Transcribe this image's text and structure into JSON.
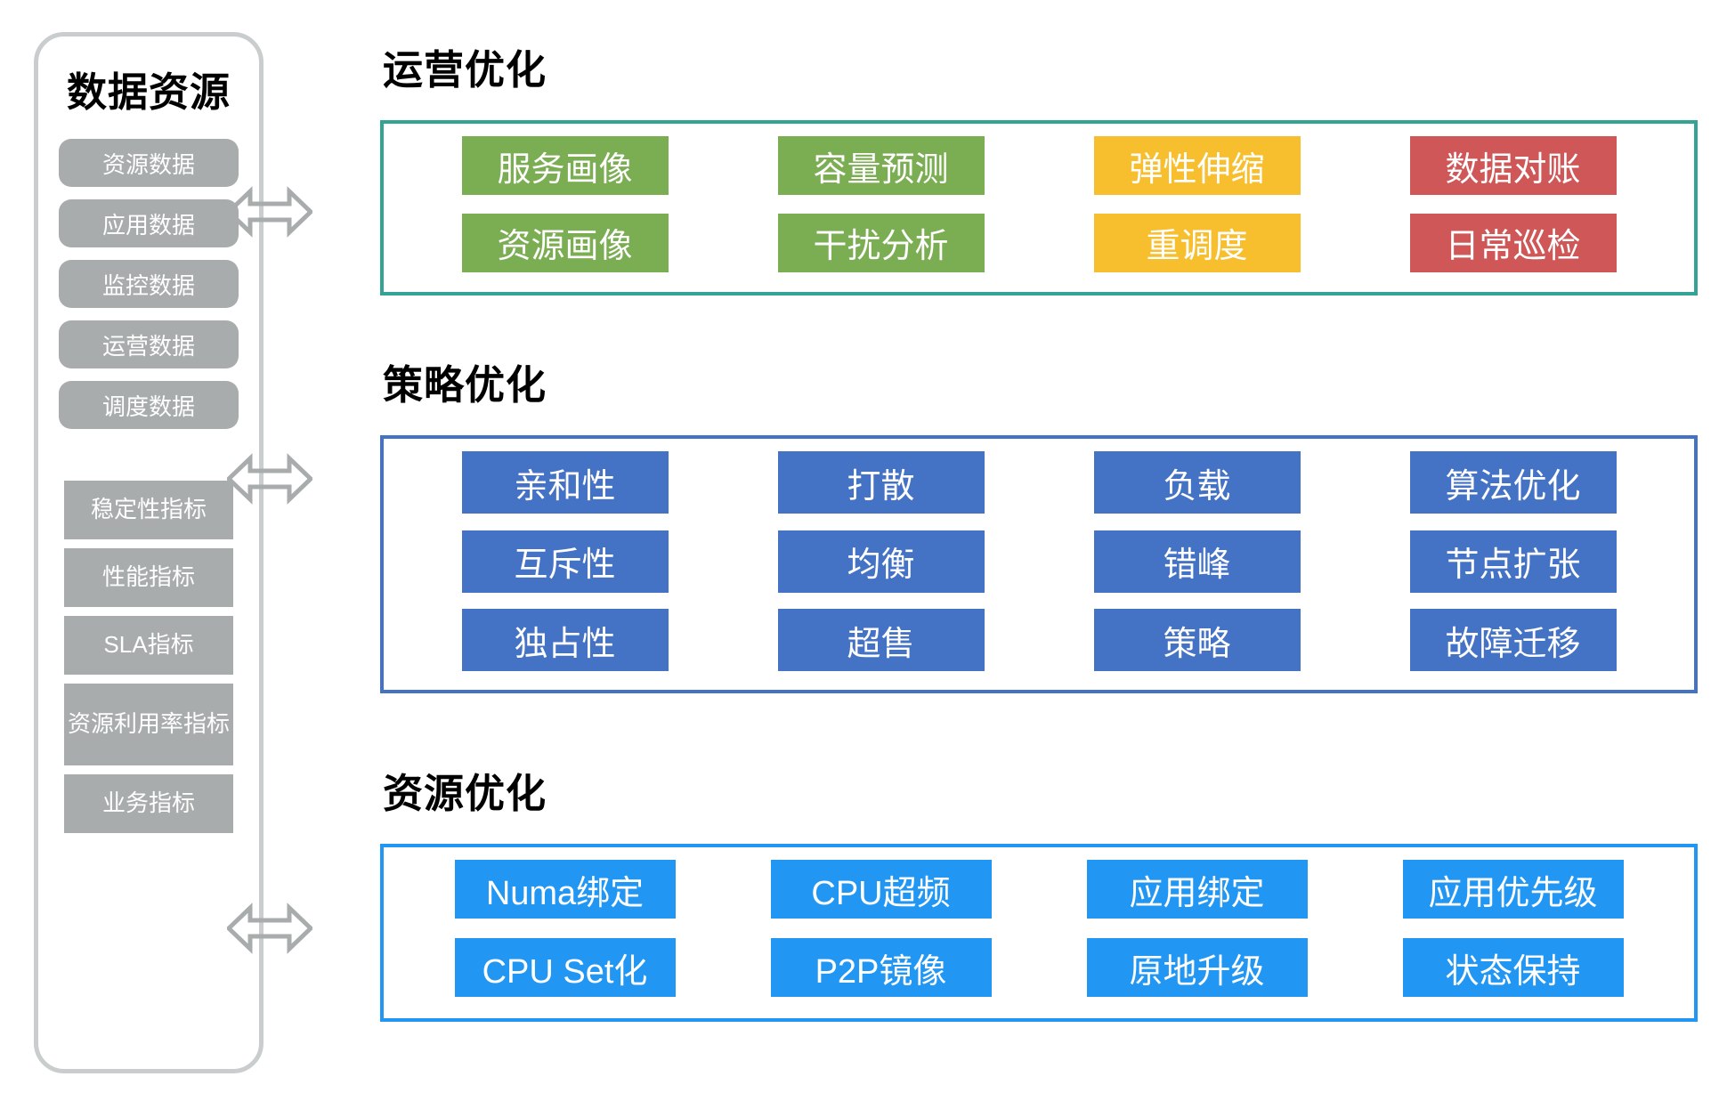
{
  "colors": {
    "panel_border": "#c9cdcd",
    "chip_gray": "#a8acac",
    "green": "#7bad52",
    "amber": "#f7bf2e",
    "red": "#cf5757",
    "teal_border": "#33a396",
    "steel_blue": "#4472c4",
    "bright_blue": "#2196f3",
    "arrow_gray": "#a8acac",
    "text_white": "#ffffff",
    "text_black": "#000000"
  },
  "data_panel": {
    "title": "数据资源",
    "data_items": [
      {
        "label": "资源数据"
      },
      {
        "label": "应用数据"
      },
      {
        "label": "监控数据"
      },
      {
        "label": "运营数据"
      },
      {
        "label": "调度数据"
      }
    ],
    "metric_items": [
      {
        "label": "稳定性指标",
        "tall": false
      },
      {
        "label": "性能指标",
        "tall": false
      },
      {
        "label": "SLA指标",
        "tall": false
      },
      {
        "label": "资源利用率指标",
        "tall": true
      },
      {
        "label": "业务指标",
        "tall": false
      }
    ]
  },
  "arrows": [
    {
      "name": "arrow-ops",
      "direction": "left-right"
    },
    {
      "name": "arrow-strategy",
      "direction": "left-right"
    },
    {
      "name": "arrow-resource",
      "direction": "left-right"
    }
  ],
  "sections": [
    {
      "id": "ops",
      "title": "运营优化",
      "border_color": "#33a396",
      "rows": 2,
      "columns": 4,
      "tiles": [
        {
          "label": "服务画像",
          "color": "#7bad52",
          "row": 1,
          "col": 1
        },
        {
          "label": "容量预测",
          "color": "#7bad52",
          "row": 1,
          "col": 2
        },
        {
          "label": "弹性伸缩",
          "color": "#f7bf2e",
          "row": 1,
          "col": 3
        },
        {
          "label": "数据对账",
          "color": "#cf5757",
          "row": 1,
          "col": 4
        },
        {
          "label": "资源画像",
          "color": "#7bad52",
          "row": 2,
          "col": 1
        },
        {
          "label": "干扰分析",
          "color": "#7bad52",
          "row": 2,
          "col": 2
        },
        {
          "label": "重调度",
          "color": "#f7bf2e",
          "row": 2,
          "col": 3
        },
        {
          "label": "日常巡检",
          "color": "#cf5757",
          "row": 2,
          "col": 4
        }
      ]
    },
    {
      "id": "strategy",
      "title": "策略优化",
      "border_color": "#4472c4",
      "rows": 3,
      "columns": 4,
      "tiles": [
        {
          "label": "亲和性",
          "color": "#4472c4",
          "row": 1,
          "col": 1
        },
        {
          "label": "打散",
          "color": "#4472c4",
          "row": 1,
          "col": 2
        },
        {
          "label": "负载",
          "color": "#4472c4",
          "row": 1,
          "col": 3
        },
        {
          "label": "算法优化",
          "color": "#4472c4",
          "row": 1,
          "col": 4
        },
        {
          "label": "互斥性",
          "color": "#4472c4",
          "row": 2,
          "col": 1
        },
        {
          "label": "均衡",
          "color": "#4472c4",
          "row": 2,
          "col": 2
        },
        {
          "label": "错峰",
          "color": "#4472c4",
          "row": 2,
          "col": 3
        },
        {
          "label": "节点扩张",
          "color": "#4472c4",
          "row": 2,
          "col": 4
        },
        {
          "label": "独占性",
          "color": "#4472c4",
          "row": 3,
          "col": 1
        },
        {
          "label": "超售",
          "color": "#4472c4",
          "row": 3,
          "col": 2
        },
        {
          "label": "策略",
          "color": "#4472c4",
          "row": 3,
          "col": 3
        },
        {
          "label": "故障迁移",
          "color": "#4472c4",
          "row": 3,
          "col": 4
        }
      ]
    },
    {
      "id": "resource",
      "title": "资源优化",
      "border_color": "#2196f3",
      "rows": 2,
      "columns": 4,
      "tiles": [
        {
          "label": "Numa绑定",
          "color": "#2196f3",
          "row": 1,
          "col": 1
        },
        {
          "label": "CPU超频",
          "color": "#2196f3",
          "row": 1,
          "col": 2
        },
        {
          "label": "应用绑定",
          "color": "#2196f3",
          "row": 1,
          "col": 3
        },
        {
          "label": "应用优先级",
          "color": "#2196f3",
          "row": 1,
          "col": 4
        },
        {
          "label": "CPU Set化",
          "color": "#2196f3",
          "row": 2,
          "col": 1
        },
        {
          "label": "P2P镜像",
          "color": "#2196f3",
          "row": 2,
          "col": 2
        },
        {
          "label": "原地升级",
          "color": "#2196f3",
          "row": 2,
          "col": 3
        },
        {
          "label": "状态保持",
          "color": "#2196f3",
          "row": 2,
          "col": 4
        }
      ]
    }
  ]
}
